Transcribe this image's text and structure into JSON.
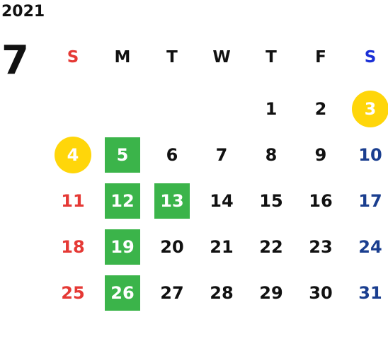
{
  "calendar": {
    "year": "2021",
    "month": "7",
    "weekdays": [
      "S",
      "M",
      "T",
      "W",
      "T",
      "F",
      "S"
    ],
    "colors": {
      "sunday": "#e53935",
      "saturday_header": "#1a2fd6",
      "saturday": "#1a3e8f",
      "highlight_green": "#3bb44a",
      "highlight_yellow": "#ffd60a"
    },
    "weeks": [
      [
        {
          "day": ""
        },
        {
          "day": ""
        },
        {
          "day": ""
        },
        {
          "day": ""
        },
        {
          "day": "1"
        },
        {
          "day": "2"
        },
        {
          "day": "3",
          "mark": "yellow"
        }
      ],
      [
        {
          "day": "4",
          "mark": "yellow"
        },
        {
          "day": "5",
          "mark": "green"
        },
        {
          "day": "6"
        },
        {
          "day": "7"
        },
        {
          "day": "8"
        },
        {
          "day": "9"
        },
        {
          "day": "10"
        }
      ],
      [
        {
          "day": "11"
        },
        {
          "day": "12",
          "mark": "green"
        },
        {
          "day": "13",
          "mark": "green"
        },
        {
          "day": "14"
        },
        {
          "day": "15"
        },
        {
          "day": "16"
        },
        {
          "day": "17"
        }
      ],
      [
        {
          "day": "18"
        },
        {
          "day": "19",
          "mark": "green"
        },
        {
          "day": "20"
        },
        {
          "day": "21"
        },
        {
          "day": "22"
        },
        {
          "day": "23"
        },
        {
          "day": "24"
        }
      ],
      [
        {
          "day": "25"
        },
        {
          "day": "26",
          "mark": "green"
        },
        {
          "day": "27"
        },
        {
          "day": "28"
        },
        {
          "day": "29"
        },
        {
          "day": "30"
        },
        {
          "day": "31"
        }
      ]
    ]
  }
}
